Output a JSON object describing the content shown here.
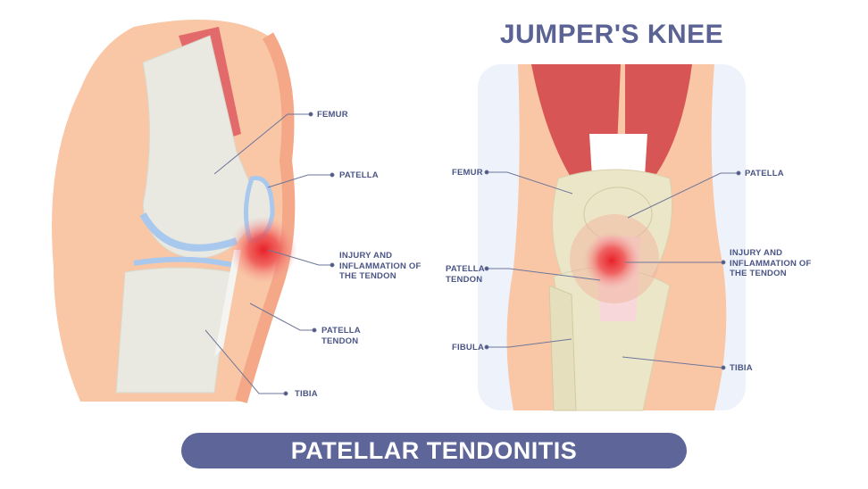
{
  "title": "JUMPER'S KNEE",
  "banner": "PATELLAR TENDONITIS",
  "side_view_labels": {
    "femur": "FEMUR",
    "patella": "PATELLA",
    "injury": "INJURY AND\nINFLAMMATION OF\nTHE TENDON",
    "patella_tendon": "PATELLA\nTENDON",
    "tibia": "TIBIA"
  },
  "front_view_labels": {
    "femur": "FEMUR",
    "patella": "PATELLA",
    "patella_tendon": "PATELLA\nTENDON",
    "injury": "INJURY AND\nINFLAMMATION OF\nTHE TENDON",
    "fibula": "FIBULA",
    "tibia": "TIBIA"
  },
  "colors": {
    "label": "#4a5585",
    "banner": "#5d6599",
    "skin": "#f9c7a6",
    "bone": "#e9e9e1",
    "muscle": "#e06060",
    "inflammation": "#e8202a"
  }
}
